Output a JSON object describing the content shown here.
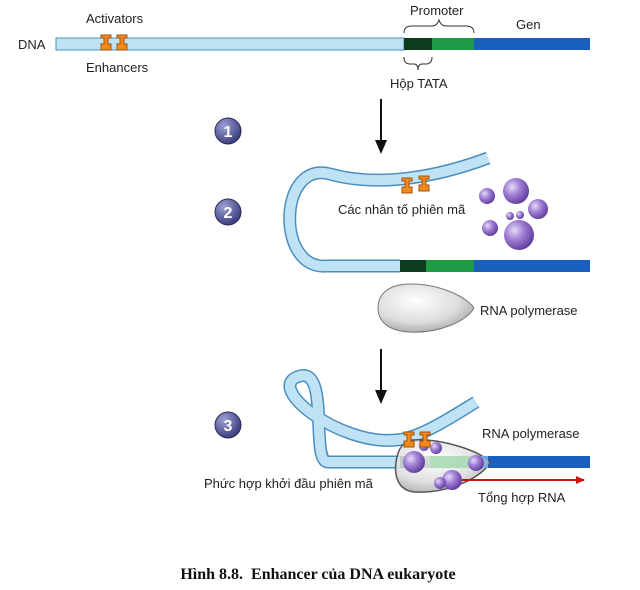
{
  "labels": {
    "activators": "Activators",
    "dna": "DNA",
    "enhancers": "Enhancers",
    "promoter": "Promoter",
    "gen": "Gen",
    "tata_box": "Hộp TATA",
    "transcription_factors": "Các nhân tố phiên mã",
    "rna_polymerase_2": "RNA polymerase",
    "rna_polymerase_3": "RNA polymerase",
    "initiation_complex": "Phức hợp khởi đầu phiên mã",
    "rna_synthesis": "Tổng hợp RNA"
  },
  "steps": [
    "1",
    "2",
    "3"
  ],
  "caption": "Hình 8.8.  Enhancer của DNA eukaryote",
  "colors": {
    "dna_light": "#bfe3f5",
    "dna_outline": "#4a8fc0",
    "tata": "#0d3b1e",
    "promoter": "#1f9a45",
    "gene": "#1a5fc0",
    "activator": "#f08a1e",
    "factor": "#8b5cc4",
    "polymerase": "#d9d9d9",
    "step_circle": "#4a4a88",
    "arrow_red": "#cc1111"
  }
}
